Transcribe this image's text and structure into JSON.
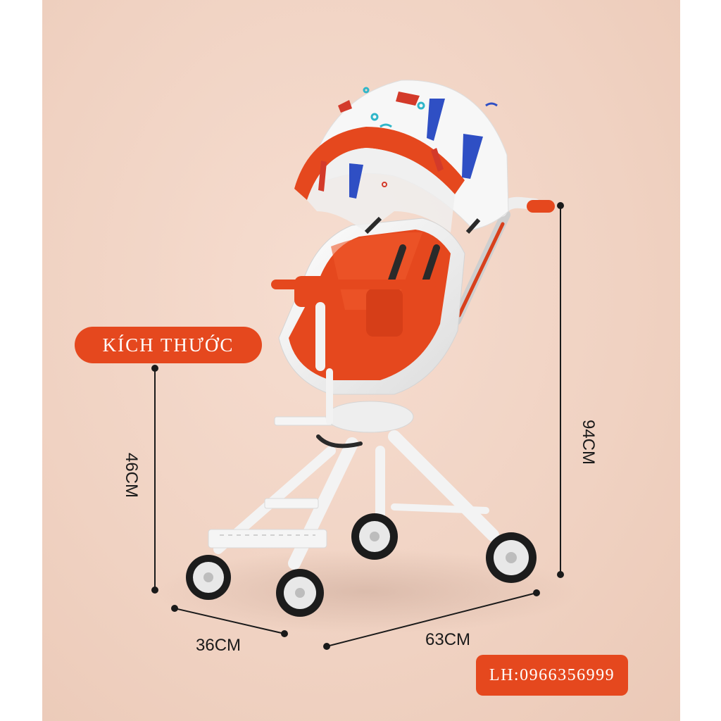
{
  "title_badge": {
    "label": "KÍCH THƯỚC"
  },
  "contact_badge": {
    "label": "LH:0966356999"
  },
  "dimensions": {
    "seat_height": "46CM",
    "total_height": "94CM",
    "width": "36CM",
    "length": "63CM"
  },
  "colors": {
    "accent": "#e5481e",
    "background": "#f0d2c2",
    "frame": "#f4f4f4",
    "canopy_print": [
      "#d33a2a",
      "#2f4fc4",
      "#2fb6c9"
    ]
  }
}
